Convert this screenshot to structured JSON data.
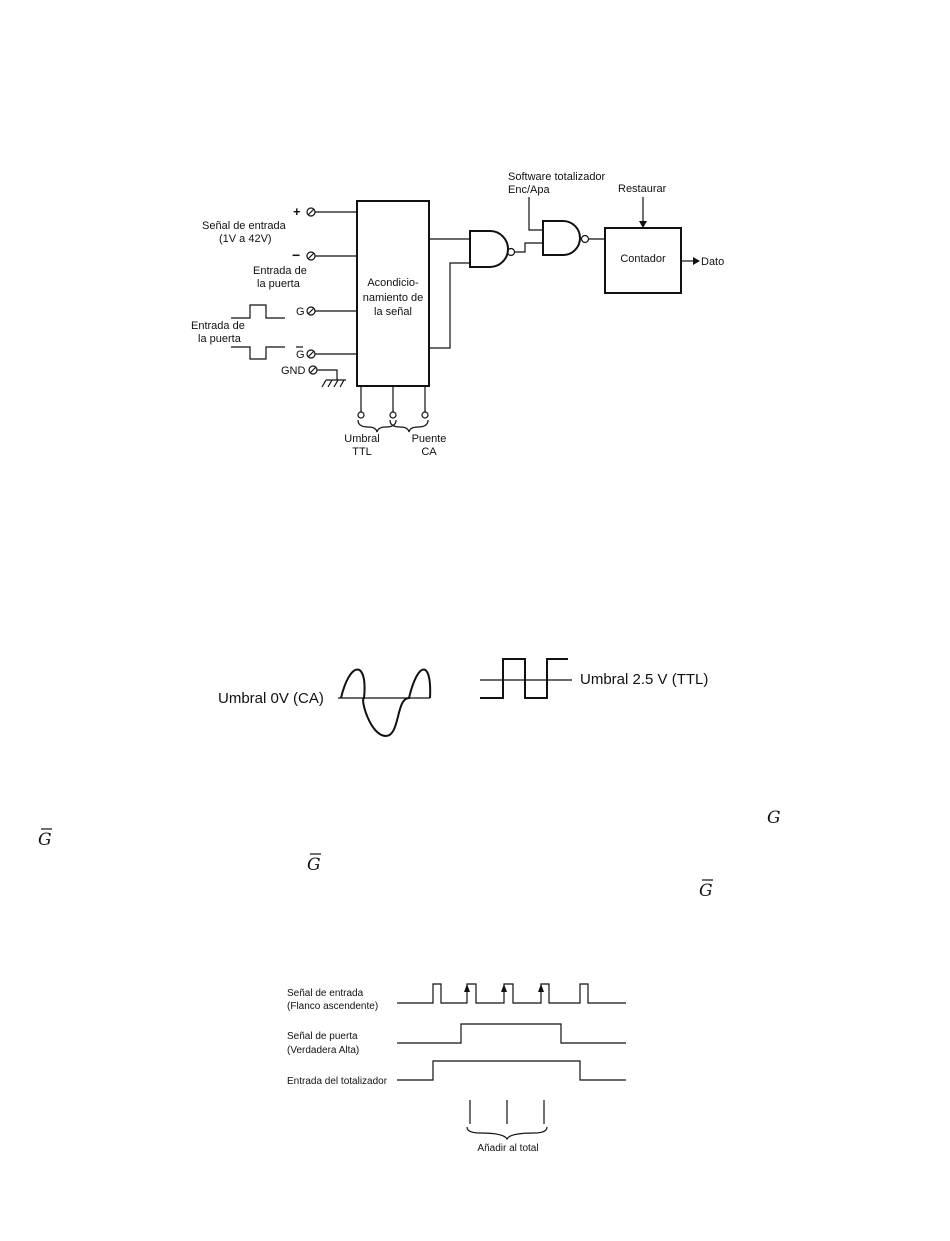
{
  "block_diagram": {
    "input_label_1": "Señal de entrada",
    "input_label_2": "(1V a 42V)",
    "plus": "+",
    "minus": "−",
    "gate_input_upper_1": "Entrada de",
    "gate_input_upper_2": "la puerta",
    "gate_input_lower_1": "Entrada de",
    "gate_input_lower_2": "la puerta",
    "terminal_g": "G",
    "terminal_gbar": "G",
    "terminal_gnd": "GND",
    "conditioning_1": "Acondicio-",
    "conditioning_2": "namiento de",
    "conditioning_3": "la señal",
    "software_1": "Software totalizador",
    "software_2": "Enc/Apa",
    "reset": "Restaurar",
    "counter": "Contador",
    "data_out": "Dato",
    "threshold_1": "Umbral",
    "threshold_2": "TTL",
    "bridge_1": "Puente",
    "bridge_2": "CA"
  },
  "thresholds": {
    "ac_label": "Umbral 0V (CA)",
    "ttl_label": "Umbral 2.5 V (TTL)"
  },
  "inline_math": {
    "g": "G",
    "gbar_1": "G",
    "gbar_2": "G",
    "gbar_3": "G"
  },
  "timing": {
    "signal_1": "Señal de entrada",
    "signal_2": "(Flanco ascendente)",
    "gate_1": "Señal de puerta",
    "gate_2": "(Verdadera Alta)",
    "totalizer": "Entrada del totalizador",
    "add_total": "Añadir al total"
  }
}
